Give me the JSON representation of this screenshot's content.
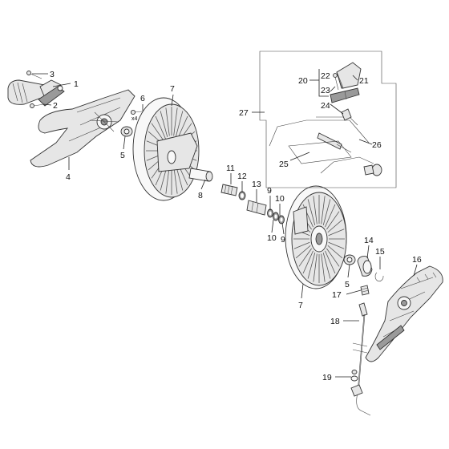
{
  "callouts": {
    "c1": "1",
    "c2": "2",
    "c3": "3",
    "c4": "4",
    "c5a": "5",
    "c5b": "5",
    "c6": "6",
    "c6x": "x4",
    "c7a": "7",
    "c7b": "7",
    "c8": "8",
    "c9a": "9",
    "c9b": "9",
    "c10a": "10",
    "c10b": "10",
    "c11": "11",
    "c12": "12",
    "c13": "13",
    "c14": "14",
    "c15": "15",
    "c16": "16",
    "c17": "17",
    "c18": "18",
    "c19": "19",
    "c20": "20",
    "c21": "21",
    "c22": "22",
    "c23": "23",
    "c24": "24",
    "c25": "25",
    "c26": "26",
    "c27": "27"
  }
}
